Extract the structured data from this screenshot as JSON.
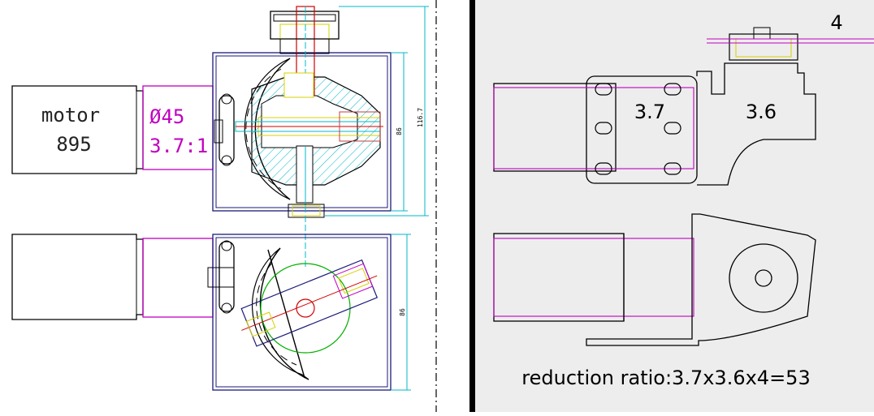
{
  "left_panel": {
    "motor_label_line1": "motor",
    "motor_label_line2": "895",
    "gear_diameter": "Ø45",
    "gear_ratio": "3.7:1",
    "dim_overall_height": "116.7",
    "dim_upper_box": "86",
    "dim_lower_box": "86"
  },
  "right_panel": {
    "stage1_ratio": "3.7",
    "stage2_ratio": "3.6",
    "stage3_ratio": "4",
    "reduction_text": "reduction ratio:3.7x3.6x4=53"
  },
  "colors": {
    "outline": "#000000",
    "box_outline": "#1a1a7a",
    "magenta": "#c000c0",
    "cyan": "#00b8c8",
    "red": "#d00000",
    "yellow": "#d8d000",
    "green": "#00b000",
    "right_bg": "#ededed",
    "separator": "#000000"
  }
}
